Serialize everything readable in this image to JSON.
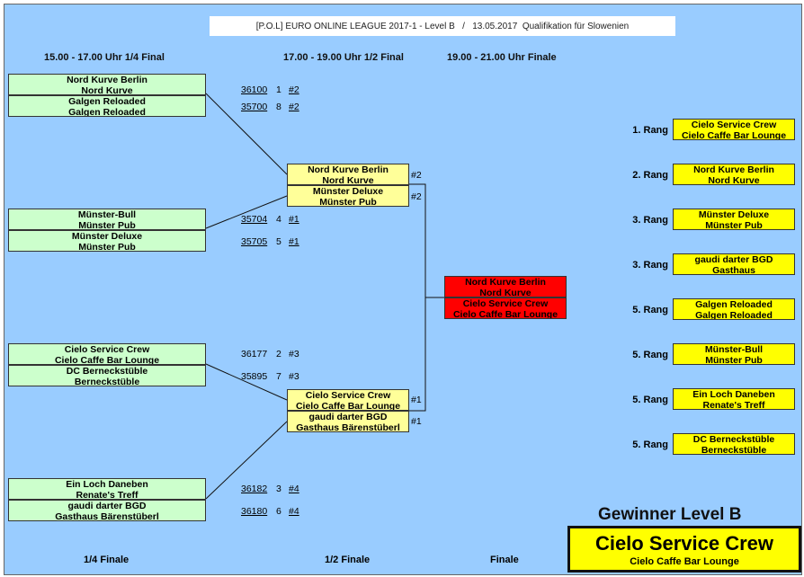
{
  "header": "[P.O.L] EURO ONLINE LEAGUE 2017-1 - Level B   /   13.05.2017  Qualifikation für Slowenien",
  "columns": {
    "quarter": "15.00 - 17.00 Uhr 1/4 Final",
    "semi": "17.00 - 19.00 Uhr 1/2 Final",
    "final": "19.00 - 21.00 Uhr Finale"
  },
  "quarter_teams": [
    {
      "line1": "Nord Kurve Berlin",
      "line2": "Nord Kurve",
      "code": "36100",
      "pos": "1",
      "ref": "#2"
    },
    {
      "line1": "Galgen Reloaded",
      "line2": "Galgen Reloaded",
      "code": "35700",
      "pos": "8",
      "ref": "#2"
    },
    {
      "line1": "Münster-Bull",
      "line2": "Münster Pub",
      "code": "35704",
      "pos": "4",
      "ref": "#1"
    },
    {
      "line1": "Münster Deluxe",
      "line2": "Münster Pub",
      "code": "35705",
      "pos": "5",
      "ref": "#1"
    },
    {
      "line1": "Cielo Service Crew",
      "line2": "Cielo Caffe Bar Lounge",
      "code": "36177",
      "pos": "2",
      "ref": "#3"
    },
    {
      "line1": "DC Berneckstüble",
      "line2": "Berneckstüble",
      "code": "35895",
      "pos": "7",
      "ref": "#3"
    },
    {
      "line1": "Ein Loch Daneben",
      "line2": "Renate's Treff",
      "code": "36182",
      "pos": "3",
      "ref": "#4"
    },
    {
      "line1": "gaudi darter BGD",
      "line2": "Gasthaus Bärenstüberl",
      "code": "36180",
      "pos": "6",
      "ref": "#4"
    }
  ],
  "semi_teams": [
    {
      "line1": "Nord Kurve Berlin",
      "line2": "Nord Kurve",
      "seed": "#2"
    },
    {
      "line1": "Münster Deluxe",
      "line2": "Münster Pub",
      "seed": "#2"
    },
    {
      "line1": "Cielo Service Crew",
      "line2": "Cielo Caffe Bar Lounge",
      "seed": "#1"
    },
    {
      "line1": "gaudi darter BGD",
      "line2": "Gasthaus Bärenstüberl",
      "seed": "#1"
    }
  ],
  "final_teams": [
    {
      "line1": "Nord Kurve Berlin",
      "line2": "Nord Kurve"
    },
    {
      "line1": "Cielo Service Crew",
      "line2": "Cielo Caffe Bar Lounge"
    }
  ],
  "rankings": [
    {
      "rank": "1. Rang",
      "line1": "Cielo Service Crew",
      "line2": "Cielo Caffe Bar Lounge"
    },
    {
      "rank": "2. Rang",
      "line1": "Nord Kurve Berlin",
      "line2": "Nord Kurve"
    },
    {
      "rank": "3. Rang",
      "line1": "Münster Deluxe",
      "line2": "Münster Pub"
    },
    {
      "rank": "3. Rang",
      "line1": "gaudi darter BGD",
      "line2": "Gasthaus"
    },
    {
      "rank": "5. Rang",
      "line1": "Galgen Reloaded",
      "line2": "Galgen Reloaded"
    },
    {
      "rank": "5. Rang",
      "line1": "Münster-Bull",
      "line2": "Münster Pub"
    },
    {
      "rank": "5. Rang",
      "line1": "Ein Loch Daneben",
      "line2": "Renate's Treff"
    },
    {
      "rank": "5. Rang",
      "line1": "DC Berneckstüble",
      "line2": "Berneckstüble"
    }
  ],
  "winner": {
    "title": "Gewinner  Level B",
    "team": "Cielo Service Crew",
    "venue": "Cielo Caffe Bar Lounge"
  },
  "footer": {
    "quarter": "1/4 Finale",
    "semi": "1/2 Finale",
    "final": "Finale"
  },
  "colors": {
    "background": "#99ccff",
    "quarter_box": "#ccffcc",
    "semi_box": "#ffff99",
    "final_box": "#ff0000",
    "rank_box": "#ffff00"
  }
}
